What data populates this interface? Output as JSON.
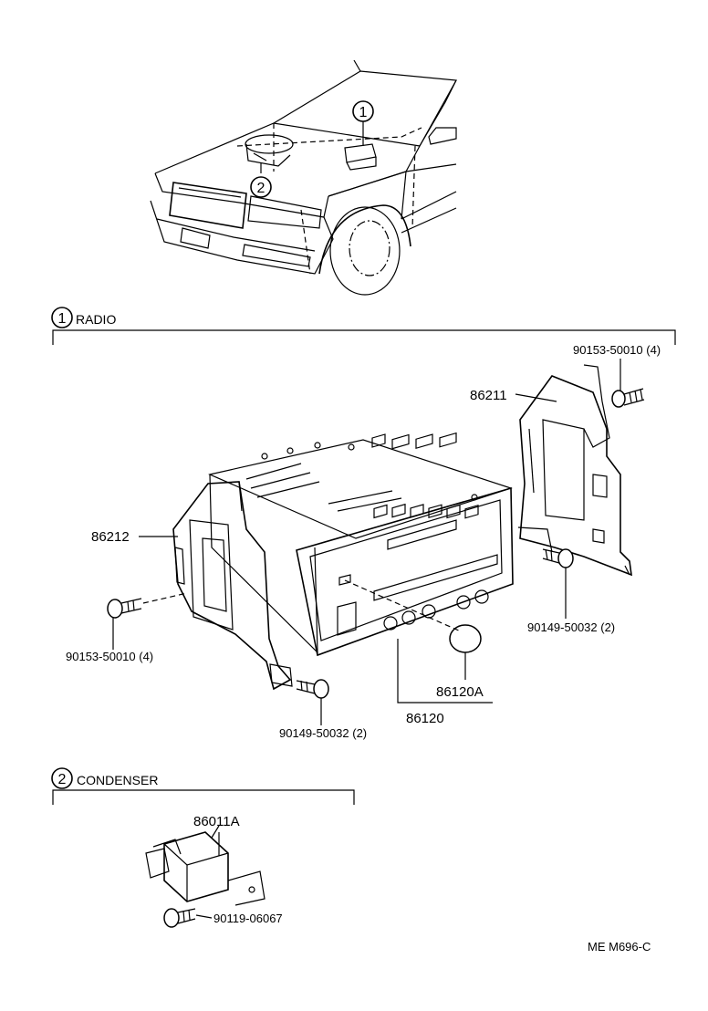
{
  "callouts": {
    "radio_marker": "1",
    "condenser_marker": "2"
  },
  "sections": {
    "radio": {
      "number": "1",
      "title": "RADIO"
    },
    "condenser": {
      "number": "2",
      "title": "CONDENSER"
    }
  },
  "parts": {
    "p_90153_right": "90153-50010 (4)",
    "p_86211": "86211",
    "p_86212": "86212",
    "p_90153_left": "90153-50010 (4)",
    "p_90149_right": "90149-50032 (2)",
    "p_90149_left": "90149-50032 (2)",
    "p_86120A": "86120A",
    "p_86120": "86120",
    "p_86011A": "86011A",
    "p_90119": "90119-06067"
  },
  "figure_code": "ME M696-C"
}
